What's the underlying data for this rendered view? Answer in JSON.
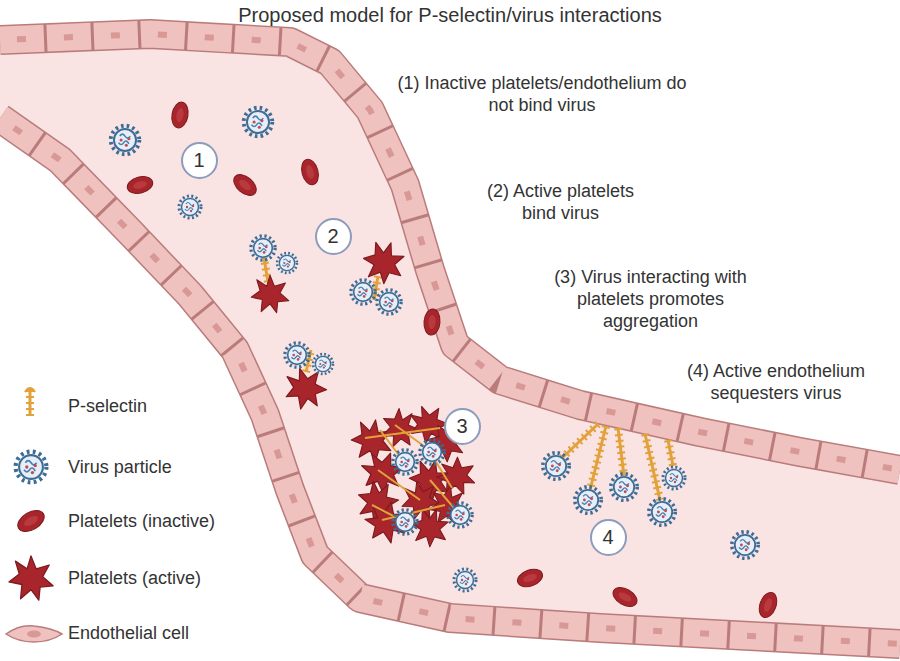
{
  "diagram": {
    "title": "Proposed model for P-selectin/virus interactions",
    "nodes": [
      {
        "text": [
          "1"
        ]
      },
      {
        "text": [
          "2"
        ]
      },
      {
        "text": [
          "3"
        ]
      },
      {
        "text": [
          "4"
        ]
      }
    ],
    "labels": [
      "(1) Inactive platelets/endothelium do not bind virus",
      "(2) Active platelets bind virus",
      "(3) Virus interacting with platelets promotes aggregation",
      "(4) Active endothelium sequesters virus"
    ],
    "legend": [
      {
        "text": "P-selectin"
      },
      {
        "text": "Virus particle"
      },
      {
        "text": "Platelets (inactive)"
      },
      {
        "text": "Platelets (active)"
      },
      {
        "text": "Endothelial cell"
      }
    ]
  }
}
